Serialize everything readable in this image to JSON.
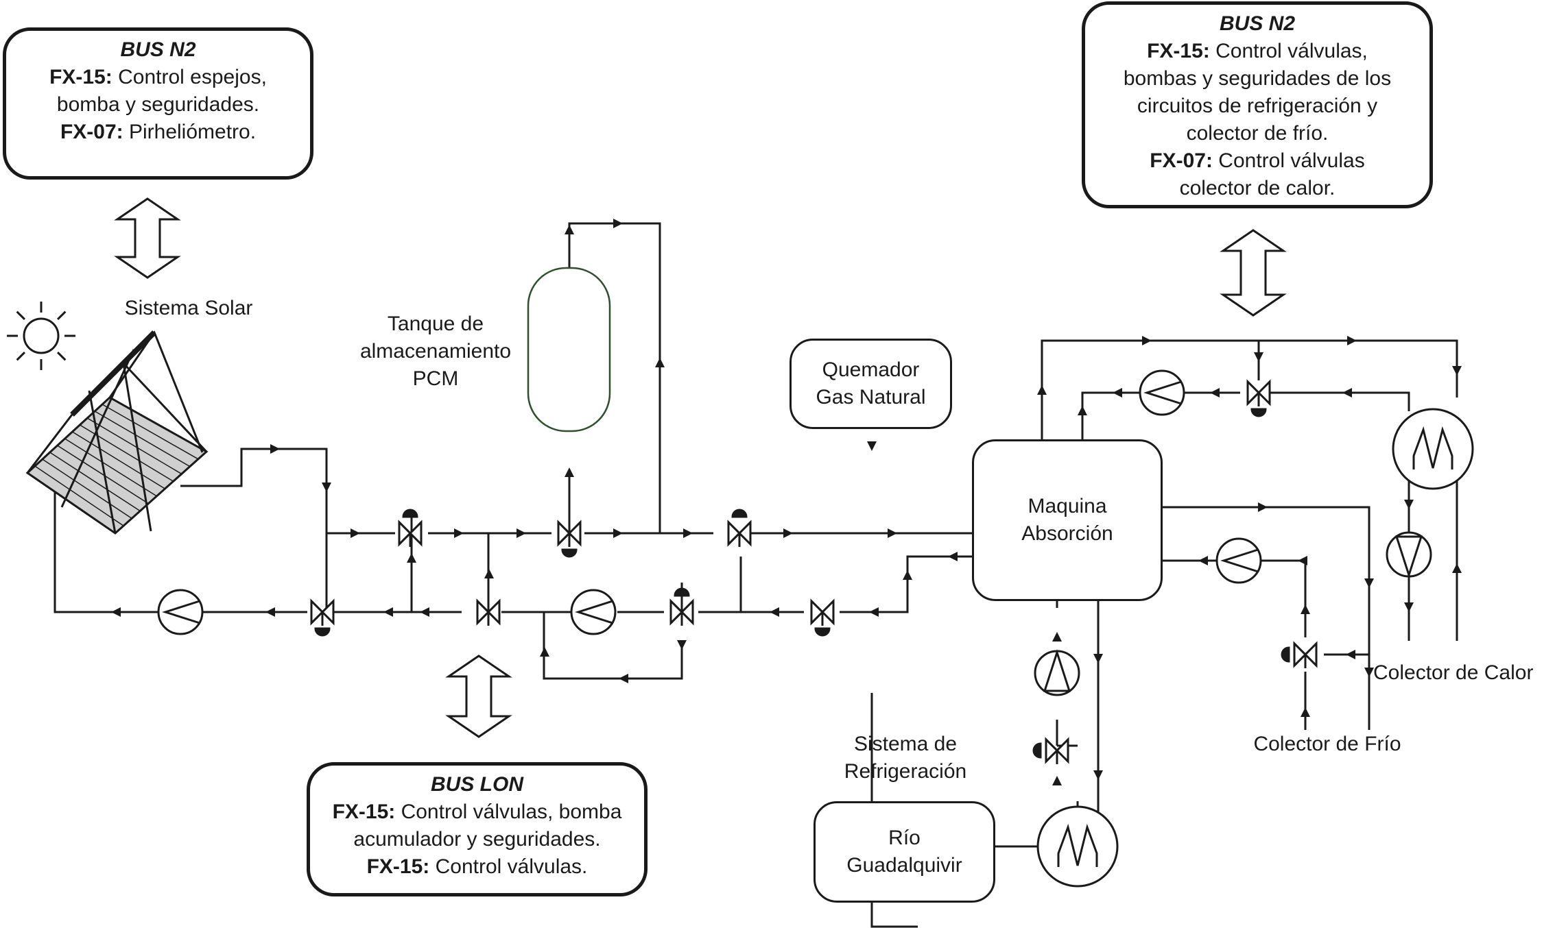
{
  "bus_boxes": {
    "solar": {
      "title": "BUS N2",
      "lines": [
        {
          "code": "FX-15:",
          "text": " Control espejos,"
        },
        {
          "code": "",
          "text": "bomba y seguridades."
        },
        {
          "code": "FX-07:",
          "text": " Pirheliómetro."
        }
      ]
    },
    "absorption": {
      "title": "BUS N2",
      "lines": [
        {
          "code": "FX-15:",
          "text": " Control válvulas,"
        },
        {
          "code": "",
          "text": "bombas y seguridades de los"
        },
        {
          "code": "",
          "text": "circuitos de refrigeración y"
        },
        {
          "code": "",
          "text": "colector de frío."
        },
        {
          "code": "FX-07:",
          "text": " Control válvulas"
        },
        {
          "code": "",
          "text": "colector de calor."
        }
      ]
    },
    "lon": {
      "title": "BUS LON",
      "lines": [
        {
          "code": "FX-15:",
          "text": " Control válvulas, bomba"
        },
        {
          "code": "",
          "text": "acumulador y seguridades."
        },
        {
          "code": "FX-15:",
          "text": " Control válvulas."
        }
      ]
    }
  },
  "components": {
    "quemador": [
      "Quemador",
      "Gas Natural"
    ],
    "maquina": [
      "Maquina",
      "Absorción"
    ],
    "rio": [
      "Río",
      "Guadalquivir"
    ]
  },
  "labels": {
    "sistema_solar": "Sistema Solar",
    "tanque": [
      "Tanque de",
      "almacenamiento",
      "PCM"
    ],
    "sistema_refrigeracion": [
      "Sistema de",
      "Refrigeración"
    ],
    "colector_calor": "Colector de Calor",
    "colector_frio": "Colector de Frío"
  },
  "colors": {
    "line": "#1a1a1a",
    "tank_border": "#2f4f2f",
    "background": "#ffffff"
  }
}
